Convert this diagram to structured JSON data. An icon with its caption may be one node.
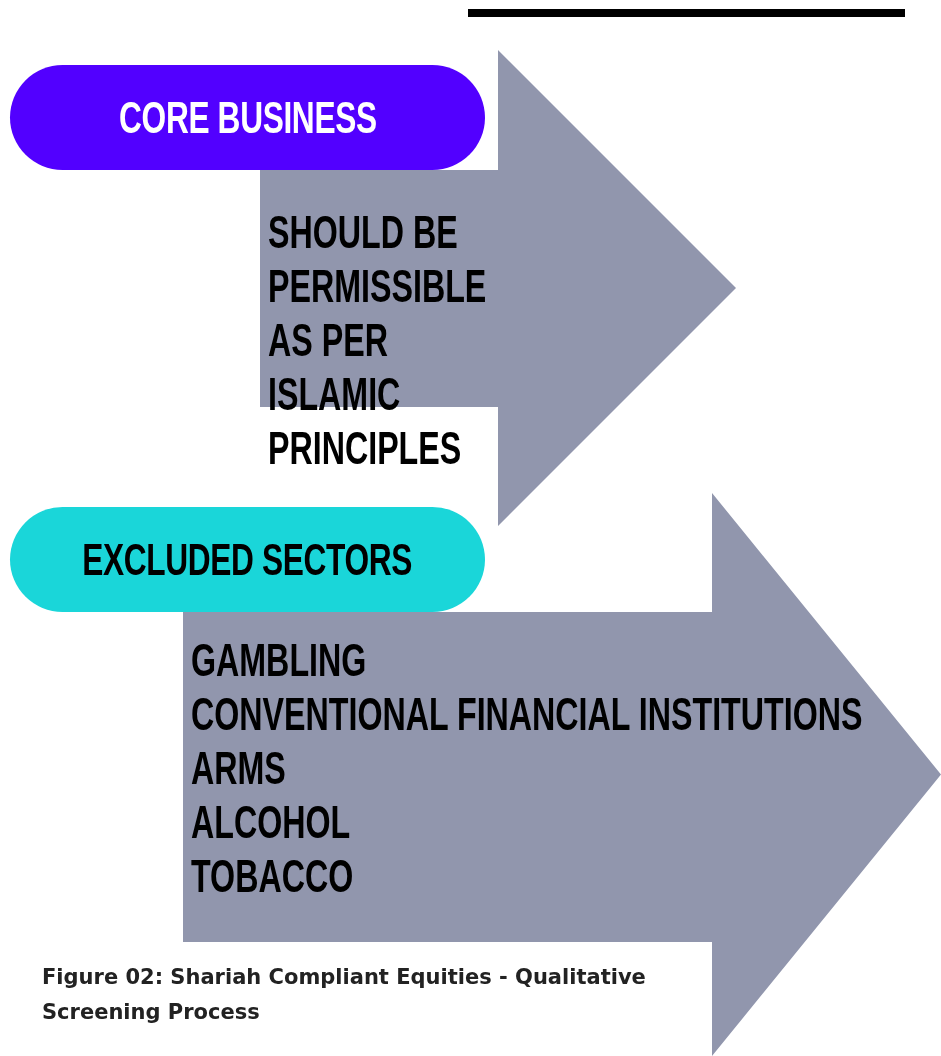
{
  "diagram": {
    "caption": "Figure 02: Shariah Compliant Equities - Qualitative Screening Process",
    "nodes": [
      {
        "text": [
          "CORE BUSINESS"
        ]
      },
      {
        "text": [
          "SHOULD BE PERMISSIBLE AS PER ISLAMIC PRINCIPLES"
        ]
      },
      {
        "text": [
          "EXCLUDED SECTORS"
        ]
      },
      {
        "text": [
          "GAMBLING",
          "CONVENTIONAL FINANCIAL INSTITUTIONS",
          "ARMS",
          "ALCOHOL",
          "TOBACCO"
        ]
      }
    ]
  }
}
